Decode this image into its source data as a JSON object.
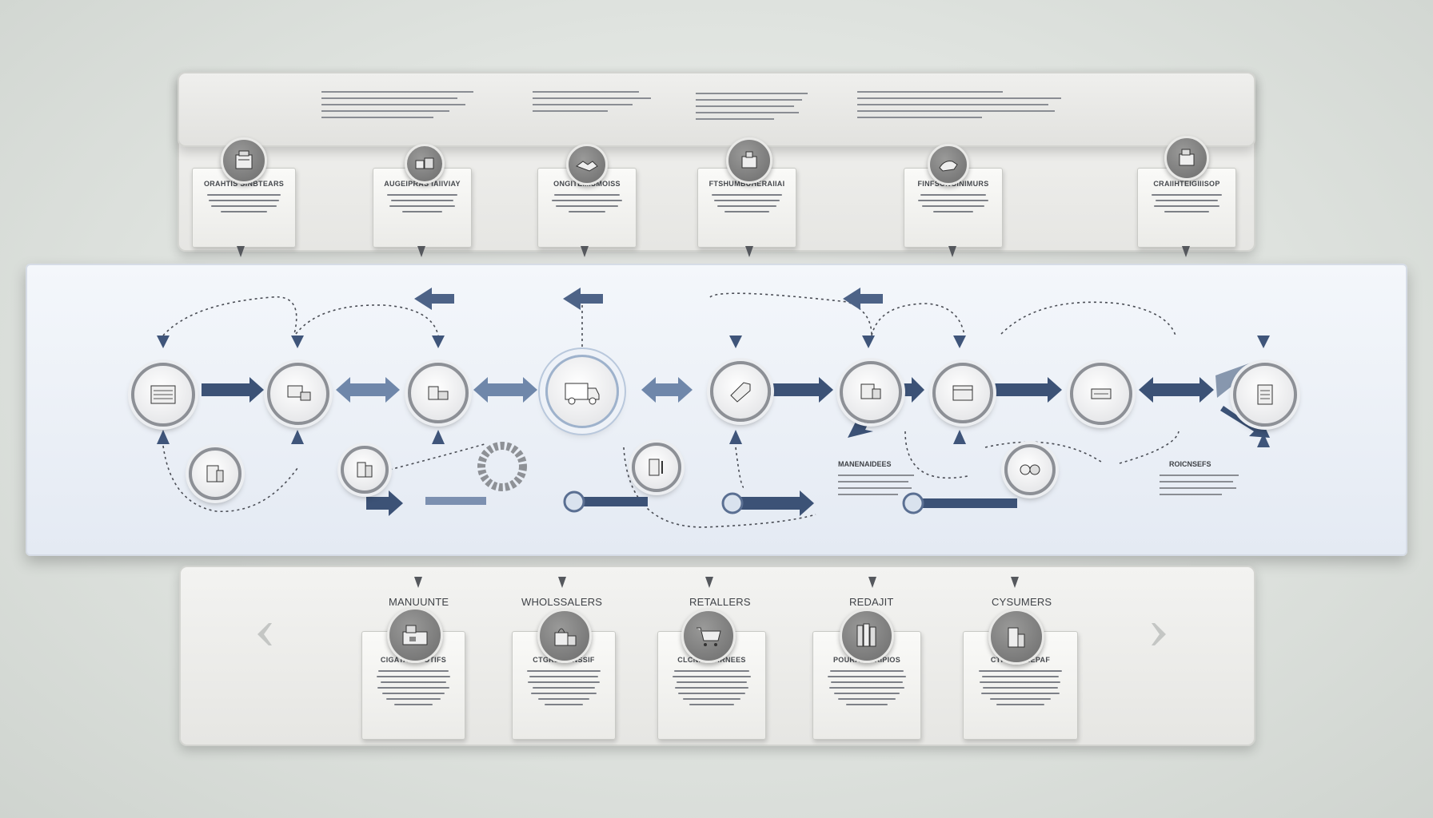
{
  "diagram": {
    "supply_chain_stages": [
      "MANUUNTE",
      "WHOLSSALERS",
      "RETALLERS",
      "REDAJIT",
      "CYSUMERS"
    ],
    "mid_labels": [
      "MANENAIDEES",
      "ROICNSEFS"
    ],
    "top_tags": [
      {
        "title": "ORAHTIS SINBTEARS"
      },
      {
        "title": "AUGEIPRAS IAIIVIAY"
      },
      {
        "title": "ONGITEMISMOISS"
      },
      {
        "title": "FTSHUMBUHERAIIAI"
      },
      {
        "title": "FINFSONGINIMURS"
      },
      {
        "title": "CRAIIHTEIGIIISOP"
      }
    ],
    "bottom_tags": [
      {
        "title": "CIGATAUNTOTIFS"
      },
      {
        "title": "CTGREIGSNSSIF"
      },
      {
        "title": "CLCNRERRRNEES"
      },
      {
        "title": "POURANTTAIPIOS"
      },
      {
        "title": "CTPALETHEPAF"
      }
    ]
  }
}
